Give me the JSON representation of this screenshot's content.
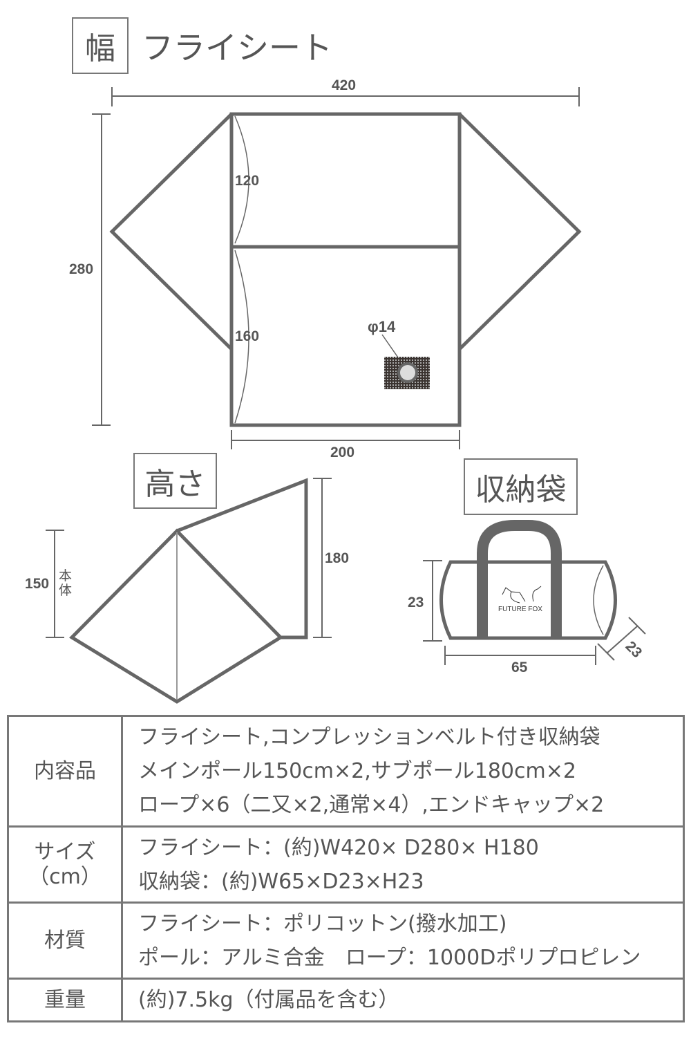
{
  "sections": {
    "width": {
      "badge": "幅",
      "title": "フライシート"
    },
    "height": {
      "badge": "高さ"
    },
    "bag": {
      "badge": "収納袋"
    }
  },
  "fly_dims": {
    "total_width": "420",
    "depth": "280",
    "front": "120",
    "back": "160",
    "body_width": "200",
    "vent": "φ14"
  },
  "height_dims": {
    "main": "150",
    "main_note": "本体",
    "sub": "180"
  },
  "bag_dims": {
    "height": "23",
    "width": "65",
    "depth": "23",
    "logo": "FUTURE FOX"
  },
  "spec_table": [
    {
      "label": "内容品",
      "lines": [
        "フライシート,コンプレッションベルト付き収納袋",
        "メインポール150cm×2,サブポール180cm×2",
        "ロープ×6（二又×2,通常×4）,エンドキャップ×2"
      ]
    },
    {
      "label": "サイズ（cm）",
      "lines": [
        "フライシート：(約)W420× D280× H180",
        "収納袋：(約)W65×D23×H23"
      ]
    },
    {
      "label": "材質",
      "lines": [
        "フライシート：ポリコットン(撥水加工)",
        "ポール：アルミ合金　ロープ：1000Dポリプロピレン"
      ]
    },
    {
      "label": "重量",
      "lines": [
        "(約)7.5kg（付属品を含む）"
      ]
    }
  ],
  "colors": {
    "line": "#666666",
    "text": "#555555",
    "vent_bg": "#3a3330"
  }
}
